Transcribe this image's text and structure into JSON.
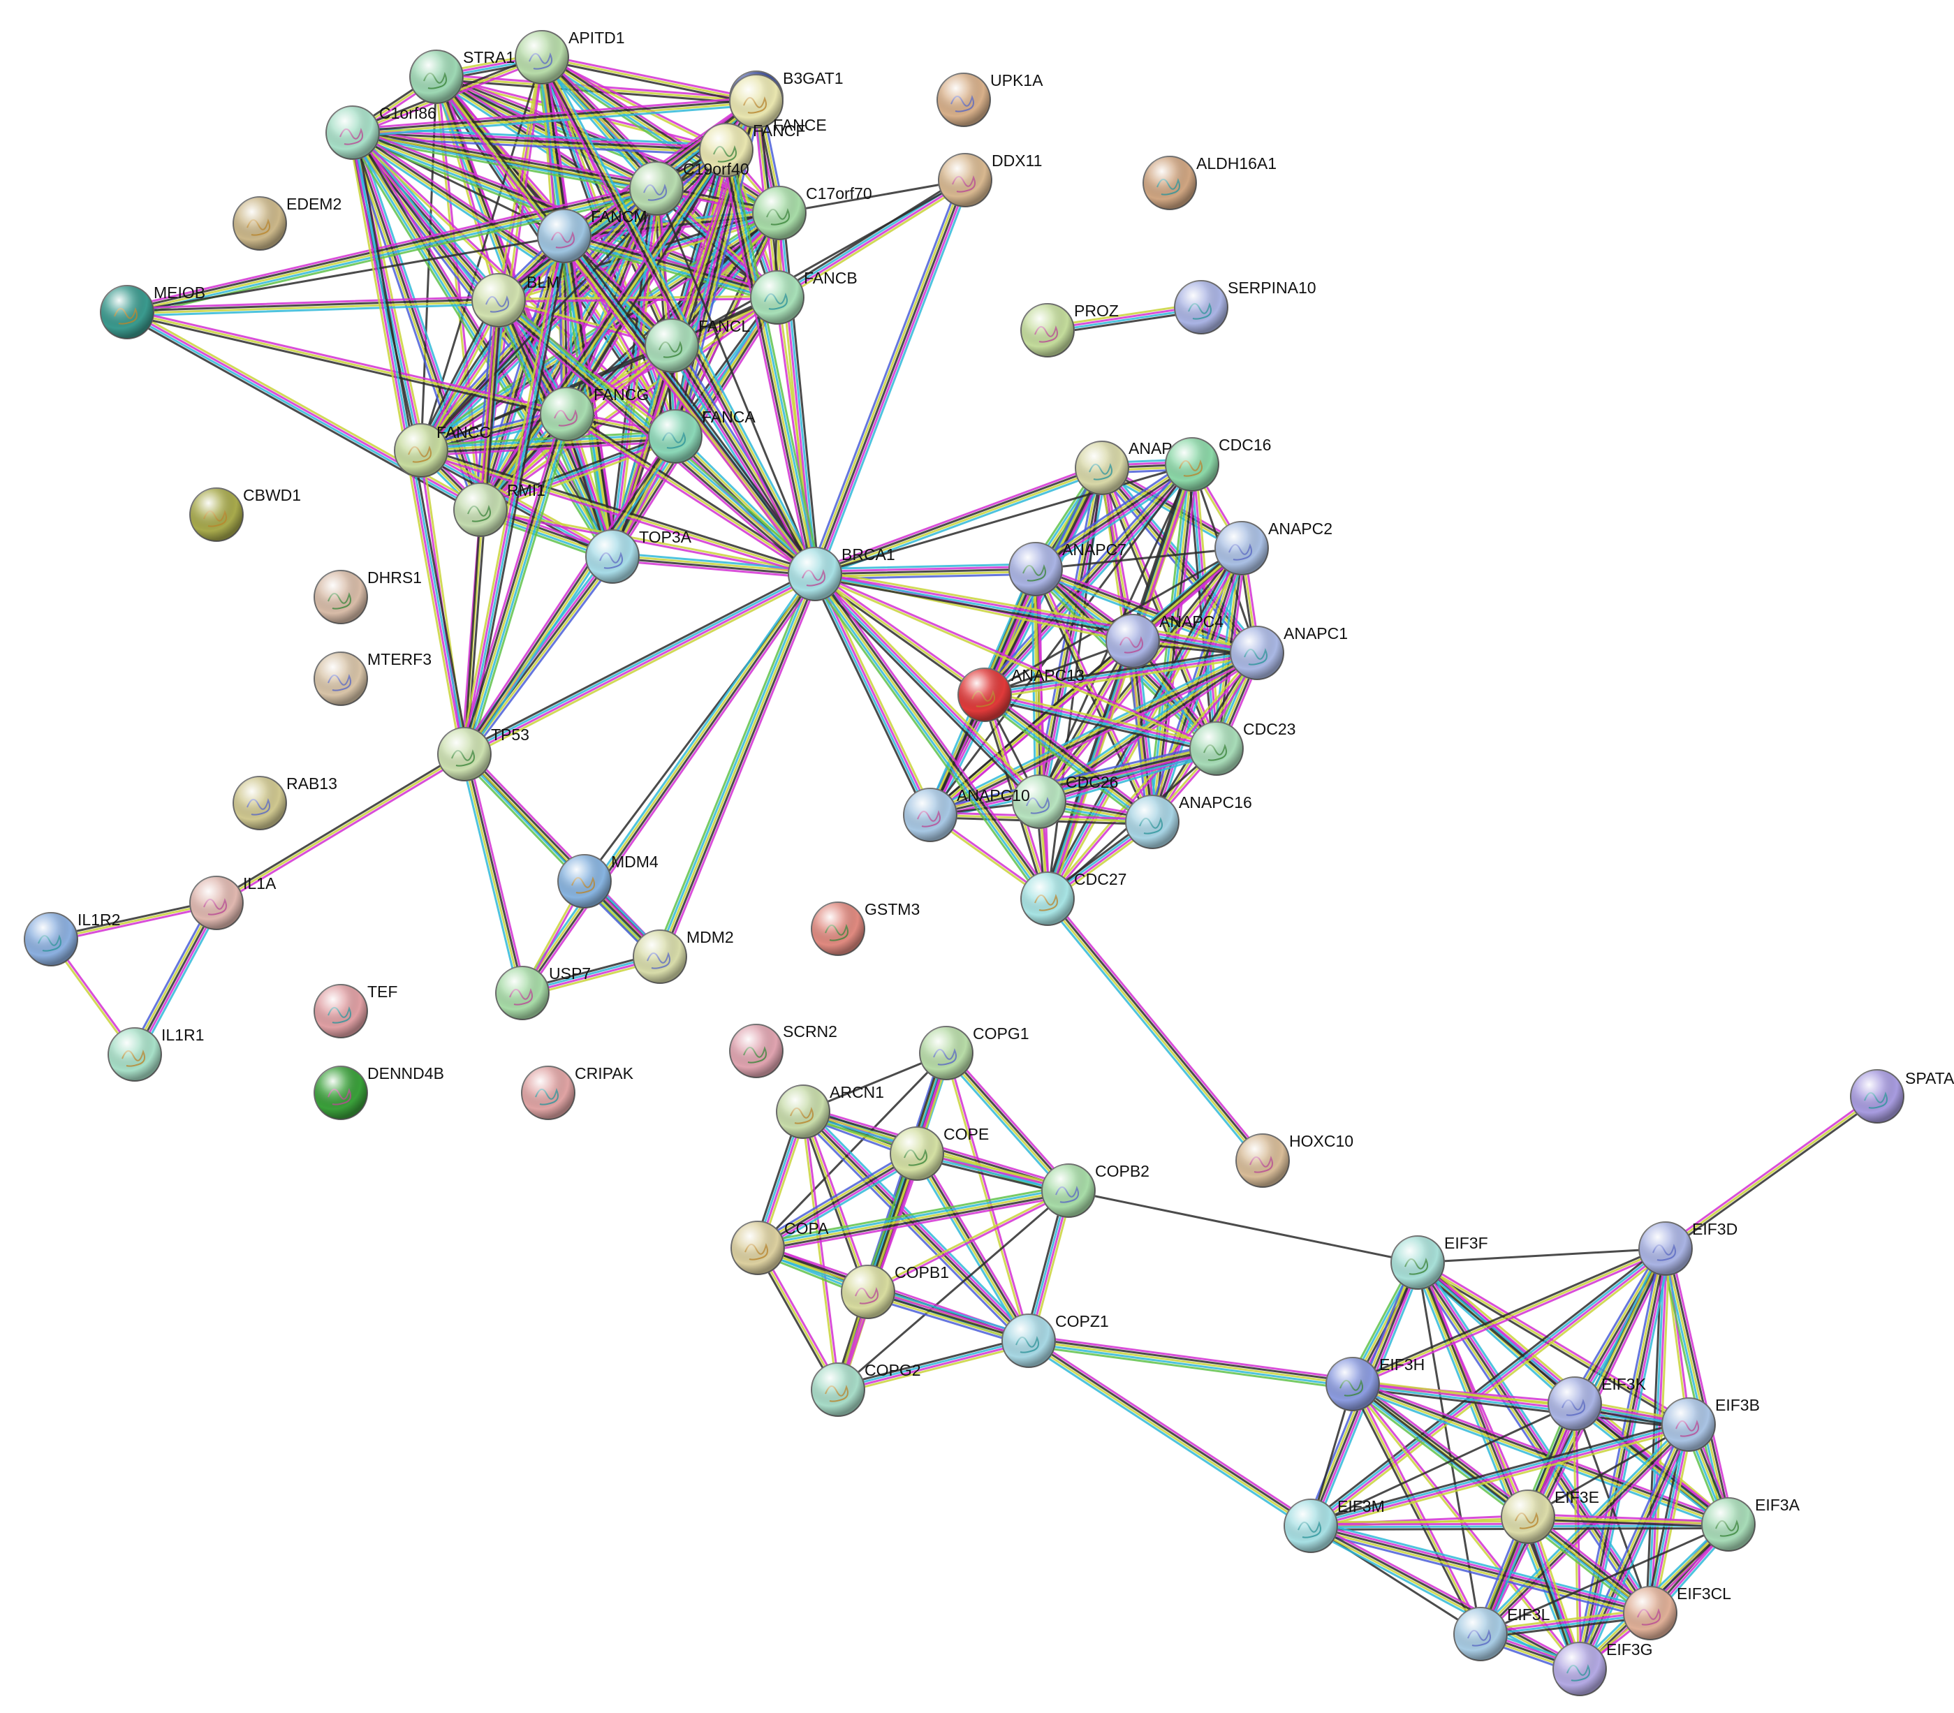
{
  "network": {
    "colors": {
      "magenta": "#d22fd2",
      "black": "#2b2b2b",
      "yellow": "#c9d23a",
      "cyan": "#2fb8d8",
      "blue": "#4a5ed8",
      "green": "#5fc24a"
    },
    "nodes": [
      {
        "id": "STRA13",
        "label": "STRA13",
        "color": "#9ed8b4"
      },
      {
        "id": "APITD1",
        "label": "APITD1",
        "color": "#b8dcaa"
      },
      {
        "id": "C1orf86",
        "label": "C1orf86",
        "color": "#a8e0c8"
      },
      {
        "id": "B3GAT1",
        "label": "B3GAT1",
        "color": "#3c4e9e"
      },
      {
        "id": "FANCE",
        "label": "FANCE",
        "color": "#e9e6b0"
      },
      {
        "id": "FANCF",
        "label": "FANCF",
        "color": "#e9e6b0"
      },
      {
        "id": "UPK1A",
        "label": "UPK1A",
        "color": "#d8b08a"
      },
      {
        "id": "DDX11",
        "label": "DDX11",
        "color": "#d8b890"
      },
      {
        "id": "ALDH16A1",
        "label": "ALDH16A1",
        "color": "#d0a682"
      },
      {
        "id": "EDEM2",
        "label": "EDEM2",
        "color": "#ccb88a"
      },
      {
        "id": "C17orf70",
        "label": "C17orf70",
        "color": "#a8dca8"
      },
      {
        "id": "C19orf40",
        "label": "C19orf40",
        "color": "#b8dcb0"
      },
      {
        "id": "FANCM",
        "label": "FANCM",
        "color": "#9ec4e0"
      },
      {
        "id": "FANCB",
        "label": "FANCB",
        "color": "#a8e0b8"
      },
      {
        "id": "MEIOB",
        "label": "MEIOB",
        "color": "#3a9a8e"
      },
      {
        "id": "FANCL",
        "label": "FANCL",
        "color": "#a8dcb8"
      },
      {
        "id": "BLM",
        "label": "BLM",
        "color": "#d2e2b0"
      },
      {
        "id": "FANCG",
        "label": "FANCG",
        "color": "#a8dcb0"
      },
      {
        "id": "FANCA",
        "label": "FANCA",
        "color": "#8cd8b8"
      },
      {
        "id": "FANCC",
        "label": "FANCC",
        "color": "#c8dca0"
      },
      {
        "id": "RMI1",
        "label": "RMI1",
        "color": "#c4dcb0"
      },
      {
        "id": "TOP3A",
        "label": "TOP3A",
        "color": "#a8dce8"
      },
      {
        "id": "PROZ",
        "label": "PROZ",
        "color": "#c4dc9c"
      },
      {
        "id": "SERPINA10",
        "label": "SERPINA10",
        "color": "#aab4e4"
      },
      {
        "id": "CBWD1",
        "label": "CBWD1",
        "color": "#a8aa4c"
      },
      {
        "id": "DHRS1",
        "label": "DHRS1",
        "color": "#d8bca8"
      },
      {
        "id": "MTERF3",
        "label": "MTERF3",
        "color": "#d8c4a8"
      },
      {
        "id": "BRCA1",
        "label": "BRCA1",
        "color": "#a8e0e4"
      },
      {
        "id": "ANAPC5",
        "label": "ANAPC5",
        "color": "#d8d8a8"
      },
      {
        "id": "CDC16",
        "label": "CDC16",
        "color": "#8cd8a8"
      },
      {
        "id": "ANAPC7",
        "label": "ANAPC7",
        "color": "#aab4e4"
      },
      {
        "id": "ANAPC2",
        "label": "ANAPC2",
        "color": "#aac0e4"
      },
      {
        "id": "ANAPC4",
        "label": "ANAPC4",
        "color": "#aab4e4"
      },
      {
        "id": "ANAPC1",
        "label": "ANAPC1",
        "color": "#aab8e4"
      },
      {
        "id": "ANAPC13",
        "label": "ANAPC13",
        "color": "#e03a3a"
      },
      {
        "id": "CDC23",
        "label": "CDC23",
        "color": "#a8dcb8"
      },
      {
        "id": "CDC26",
        "label": "CDC26",
        "color": "#b8e4c0"
      },
      {
        "id": "ANAPC10",
        "label": "ANAPC10",
        "color": "#a8c8e4"
      },
      {
        "id": "ANAPC16",
        "label": "ANAPC16",
        "color": "#a8d4e4"
      },
      {
        "id": "CDC27",
        "label": "CDC27",
        "color": "#a8e4e4"
      },
      {
        "id": "TP53",
        "label": "TP53",
        "color": "#cce0b0"
      },
      {
        "id": "RAB13",
        "label": "RAB13",
        "color": "#d0c890"
      },
      {
        "id": "IL1A",
        "label": "IL1A",
        "color": "#e0b8b0"
      },
      {
        "id": "IL1R2",
        "label": "IL1R2",
        "color": "#8cb0e0"
      },
      {
        "id": "MDM4",
        "label": "MDM4",
        "color": "#88b4e0"
      },
      {
        "id": "GSTM3",
        "label": "GSTM3",
        "color": "#e08a80"
      },
      {
        "id": "MDM2",
        "label": "MDM2",
        "color": "#d8dcaa"
      },
      {
        "id": "USP7",
        "label": "USP7",
        "color": "#a8dca8"
      },
      {
        "id": "TEF",
        "label": "TEF",
        "color": "#e0a0a4"
      },
      {
        "id": "IL1R1",
        "label": "IL1R1",
        "color": "#a8e0c8"
      },
      {
        "id": "SCRN2",
        "label": "SCRN2",
        "color": "#e0a4b0"
      },
      {
        "id": "COPG1",
        "label": "COPG1",
        "color": "#b8dca8"
      },
      {
        "id": "DENND4B",
        "label": "DENND4B",
        "color": "#3aa03a"
      },
      {
        "id": "CRIPAK",
        "label": "CRIPAK",
        "color": "#e0a4a4"
      },
      {
        "id": "ARCN1",
        "label": "ARCN1",
        "color": "#c8dcaa"
      },
      {
        "id": "COPE",
        "label": "COPE",
        "color": "#d4e0a4"
      },
      {
        "id": "COPB2",
        "label": "COPB2",
        "color": "#a8dca8"
      },
      {
        "id": "HOXC10",
        "label": "HOXC10",
        "color": "#d8bc98"
      },
      {
        "id": "SPATA",
        "label": "SPATA",
        "color": "#a89ce0"
      },
      {
        "id": "COPA",
        "label": "COPA",
        "color": "#dcd0a0"
      },
      {
        "id": "EIF3F",
        "label": "EIF3F",
        "color": "#a8e0d8"
      },
      {
        "id": "EIF3D",
        "label": "EIF3D",
        "color": "#aab4e4"
      },
      {
        "id": "COPB1",
        "label": "COPB1",
        "color": "#d8dca0"
      },
      {
        "id": "COPZ1",
        "label": "COPZ1",
        "color": "#a8d8e4"
      },
      {
        "id": "COPG2",
        "label": "COPG2",
        "color": "#a8dcc8"
      },
      {
        "id": "EIF3H",
        "label": "EIF3H",
        "color": "#8c9ce0"
      },
      {
        "id": "EIF3K",
        "label": "EIF3K",
        "color": "#aab4e4"
      },
      {
        "id": "EIF3B",
        "label": "EIF3B",
        "color": "#aac4e4"
      },
      {
        "id": "EIF3M",
        "label": "EIF3M",
        "color": "#a8e0e4"
      },
      {
        "id": "EIF3E",
        "label": "EIF3E",
        "color": "#dcdcaa"
      },
      {
        "id": "EIF3A",
        "label": "EIF3A",
        "color": "#a8dcb8"
      },
      {
        "id": "EIF3L",
        "label": "EIF3L",
        "color": "#a8cce4"
      },
      {
        "id": "EIF3CL",
        "label": "EIF3CL",
        "color": "#e0b098"
      },
      {
        "id": "EIF3G",
        "label": "EIF3G",
        "color": "#b4aae4"
      }
    ]
  }
}
